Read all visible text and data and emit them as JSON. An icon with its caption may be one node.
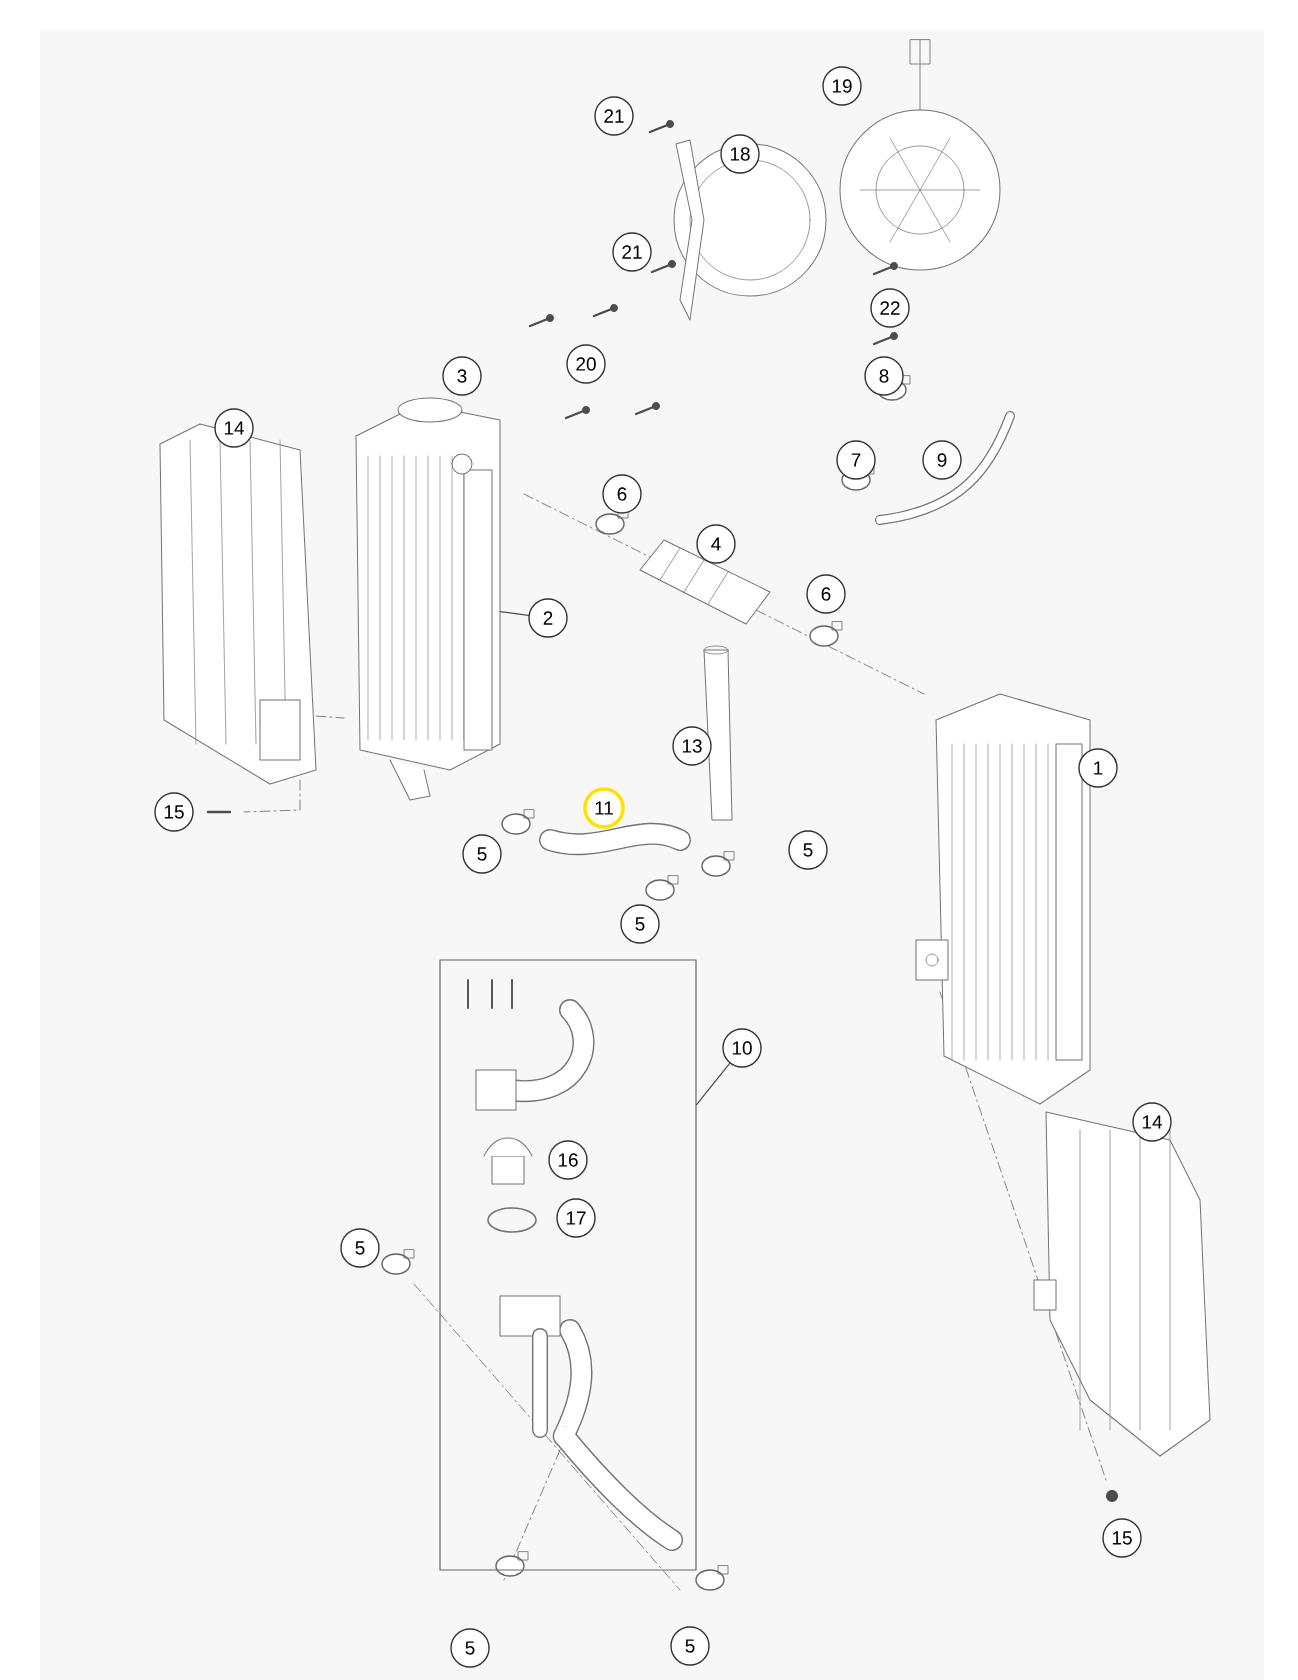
{
  "diagram": {
    "nodes": [
      {
        "text": [
          "19"
        ]
      },
      {
        "text": [
          "21"
        ]
      },
      {
        "text": [
          "18"
        ]
      },
      {
        "text": [
          "21"
        ]
      },
      {
        "text": [
          "22"
        ]
      },
      {
        "text": [
          "20"
        ]
      },
      {
        "text": [
          "3"
        ]
      },
      {
        "text": [
          "8"
        ]
      },
      {
        "text": [
          "14"
        ]
      },
      {
        "text": [],
        "shape": "picture"
      },
      {
        "text": [
          "7"
        ]
      },
      {
        "text": [
          "9"
        ]
      },
      {
        "text": [
          "6"
        ]
      },
      {
        "text": [
          "4"
        ]
      },
      {
        "text": [
          "6"
        ]
      },
      {
        "text": [
          "2"
        ]
      },
      {
        "text": [
          "13"
        ]
      },
      {
        "text": [
          "1"
        ]
      },
      {
        "text": [
          "15"
        ]
      },
      {
        "text": [
          "11"
        ]
      },
      {
        "text": [
          "5"
        ]
      },
      {
        "text": [
          "5"
        ]
      },
      {
        "text": [
          "5"
        ]
      },
      {
        "text": [],
        "shape": "box"
      },
      {
        "text": [
          "10"
        ]
      },
      {
        "text": [
          "14"
        ]
      },
      {
        "text": [
          "16"
        ],
        "in": 23
      },
      {
        "text": [
          "17"
        ],
        "in": 23
      },
      {
        "text": [
          "5"
        ]
      },
      {
        "text": [
          "15"
        ]
      },
      {
        "text": [
          "5"
        ]
      },
      {
        "text": [
          "5"
        ]
      }
    ],
    "edges": [
      {
        "from": 15,
        "to": 9,
        "arrow": "none"
      },
      {
        "from": 24,
        "to": 23,
        "arrow": "none"
      }
    ]
  }
}
